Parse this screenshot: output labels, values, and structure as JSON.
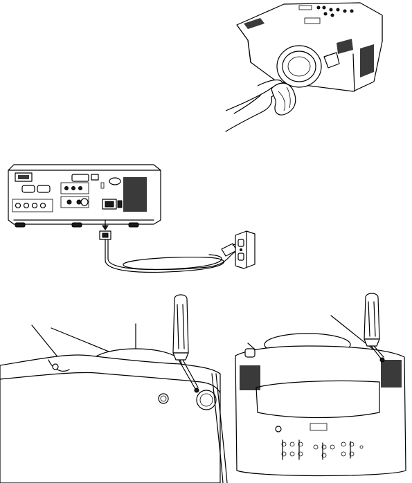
{
  "page": {
    "figures": [
      {
        "id": "lens-cleaning",
        "subject": "projector-lens-being-wiped-with-cloth"
      },
      {
        "id": "power-cord-connection",
        "subject": "projector-rear-panel-and-power-cord-to-wall-outlet"
      },
      {
        "id": "lamp-door-screws",
        "subject": "projector-bottom-with-screwdriver-removing-screws"
      }
    ],
    "icons": [
      "projector-icon",
      "hand-icon",
      "cloth-icon",
      "power-cord-icon",
      "wall-outlet-icon",
      "screwdriver-icon",
      "screw-icon"
    ]
  }
}
